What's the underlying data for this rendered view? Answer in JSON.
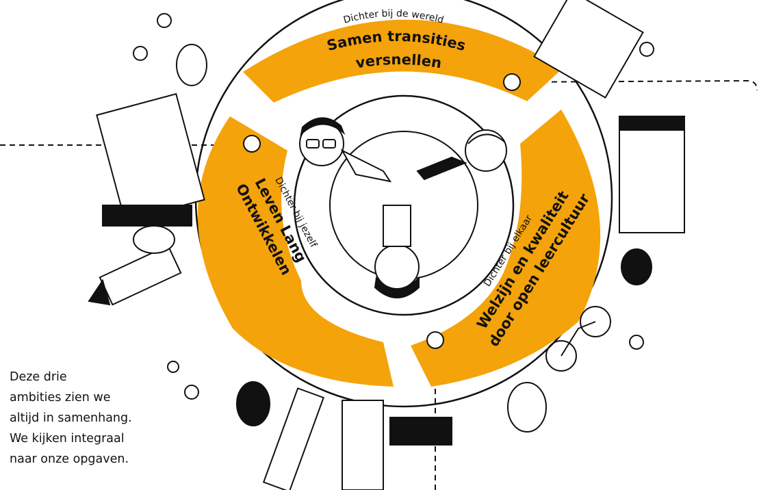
{
  "colors": {
    "accent": "#F4A30B",
    "ink": "#111111",
    "paper": "#ffffff"
  },
  "sectors": {
    "top": {
      "subtitle": "Dichter bij de wereld",
      "title_1": "Samen transities",
      "title_2": "versnellen"
    },
    "left": {
      "subtitle": "Dichter bij jezelf",
      "title_1": "Leven Lang",
      "title_2": "Ontwikkelen"
    },
    "right": {
      "subtitle": "Dichter bij elkaar",
      "title_1": "Welzijn en kwaliteit",
      "title_2": "door open leercultuur"
    }
  },
  "caption": {
    "line1": "Deze drie",
    "line2": "ambities zien we",
    "line3": "altijd in samenhang.",
    "line4": "We kijken integraal",
    "line5": "naar onze opgaven."
  },
  "icons": [
    "person-icon",
    "tree-icon",
    "building-icon",
    "church-tower-icon",
    "bicycle-icon",
    "ball-icon"
  ]
}
